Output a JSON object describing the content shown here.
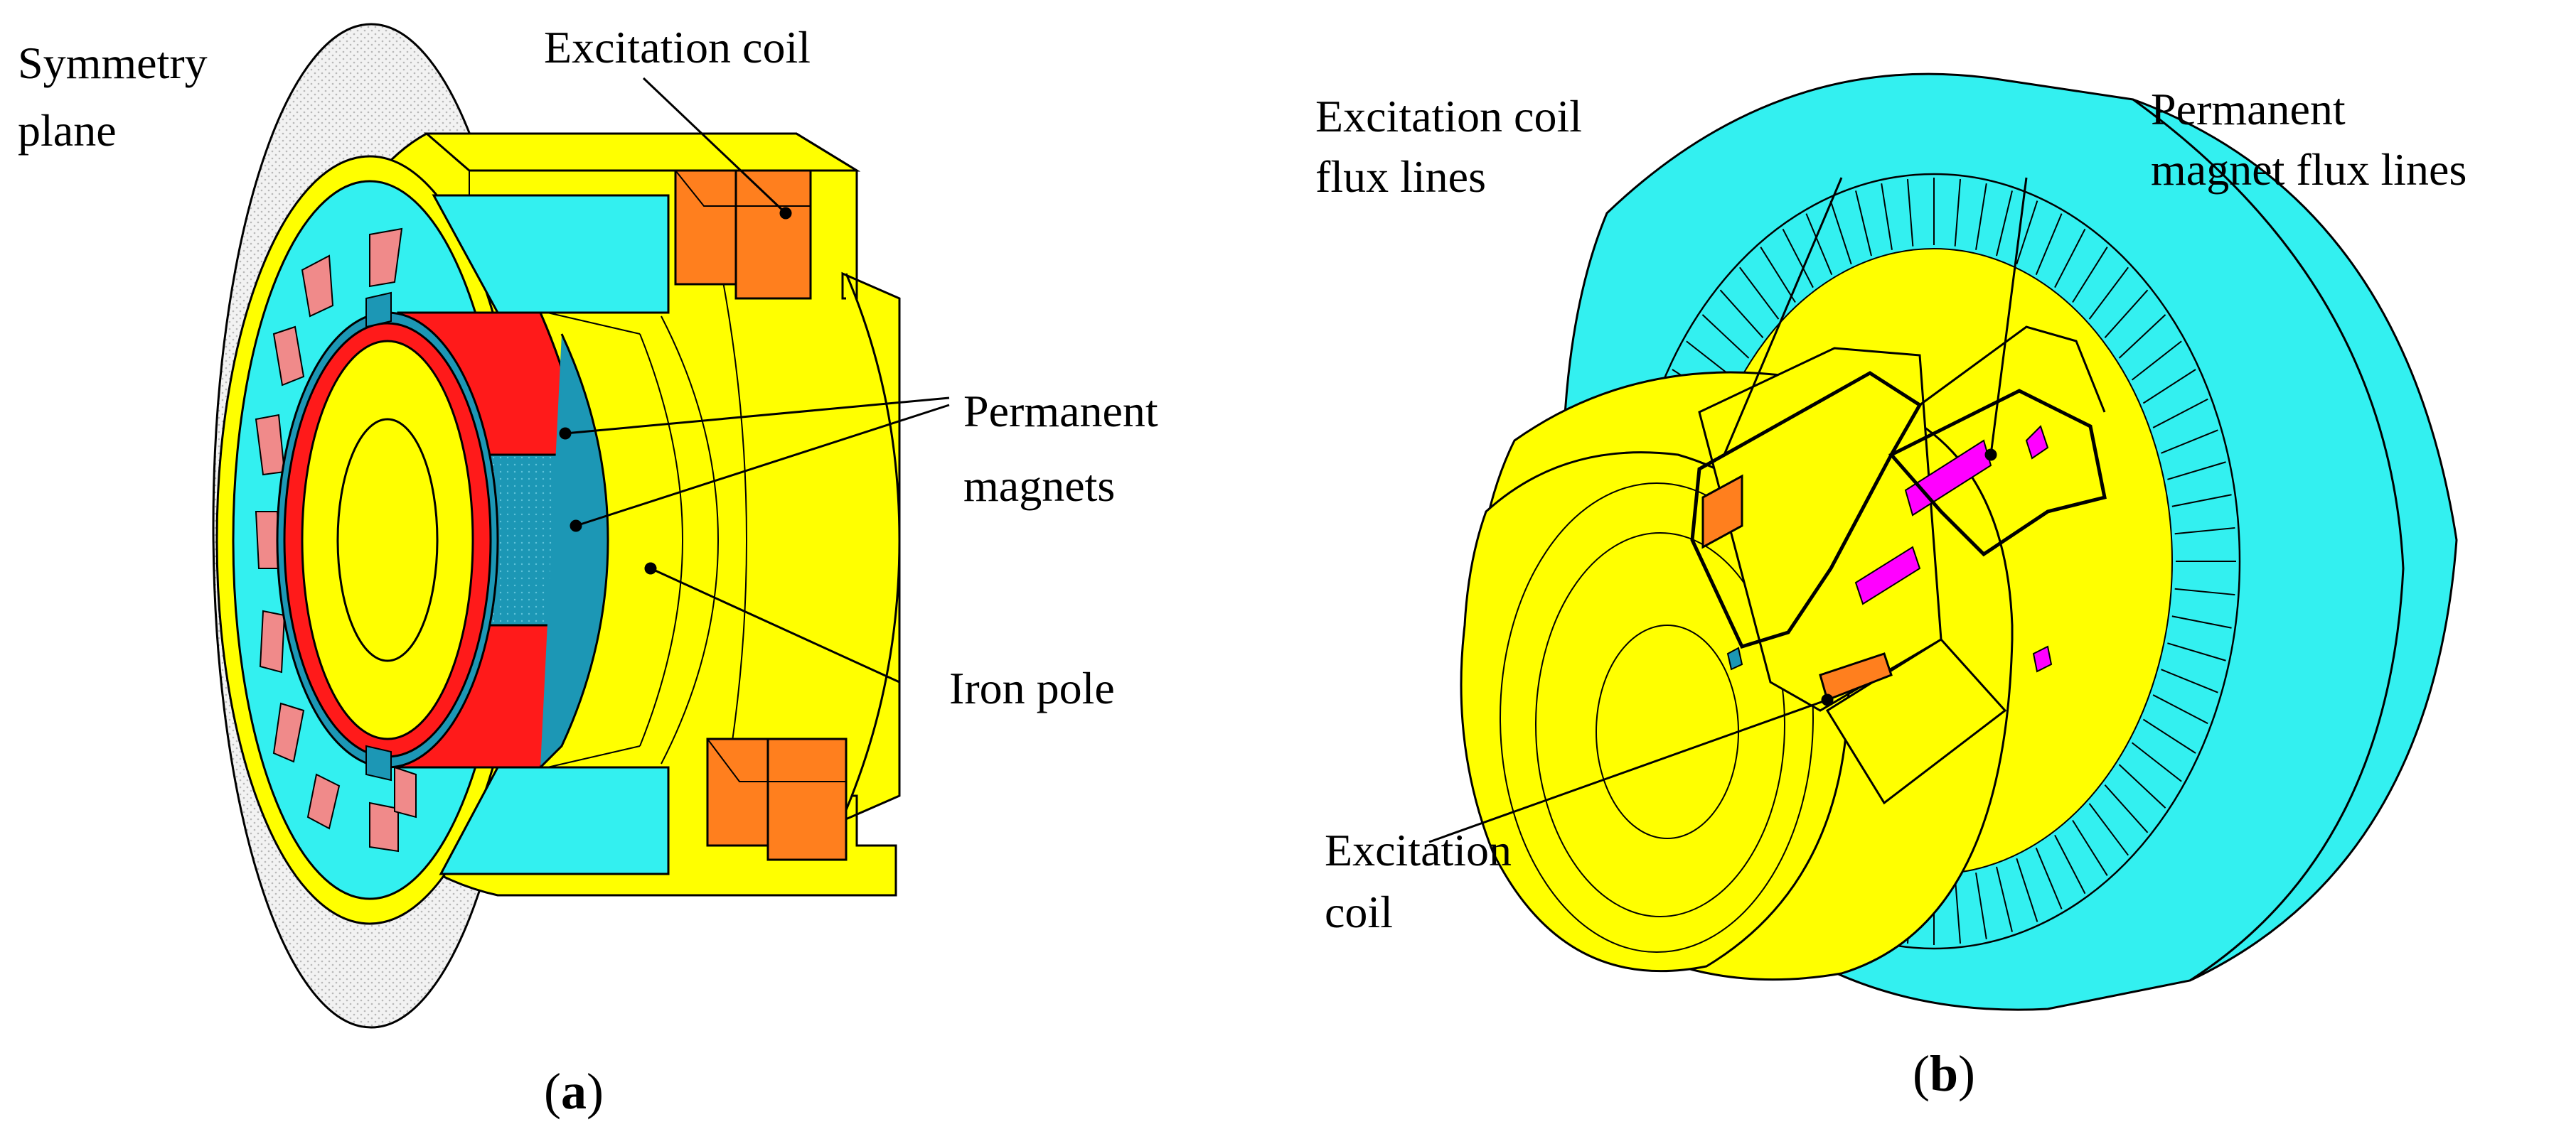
{
  "colors": {
    "yellow": "#FFFF00",
    "cyan": "#33F0F0",
    "red": "#FF1A1A",
    "teal": "#1C97B5",
    "orange": "#FF7F1E",
    "pink": "#F08A8A",
    "magenta": "#FF00FF",
    "plane": "#ececec"
  },
  "panel_a": {
    "caption_open": "(",
    "caption_letter": "a",
    "caption_close": ")",
    "labels": {
      "symmetry_plane_line1": "Symmetry",
      "symmetry_plane_line2": "plane",
      "excitation_coil": "Excitation coil",
      "permanent_magnets_line1": "Permanent",
      "permanent_magnets_line2": "magnets",
      "iron_pole": "Iron pole"
    }
  },
  "panel_b": {
    "caption_open": "(",
    "caption_letter": "b",
    "caption_close": ")",
    "labels": {
      "coil_flux_line1": "Excitation coil",
      "coil_flux_line2": "flux lines",
      "pm_flux_line1": "Permanent",
      "pm_flux_line2": "magnet flux lines",
      "excitation_coil_line1": "Excitation",
      "excitation_coil_line2": "coil"
    }
  }
}
